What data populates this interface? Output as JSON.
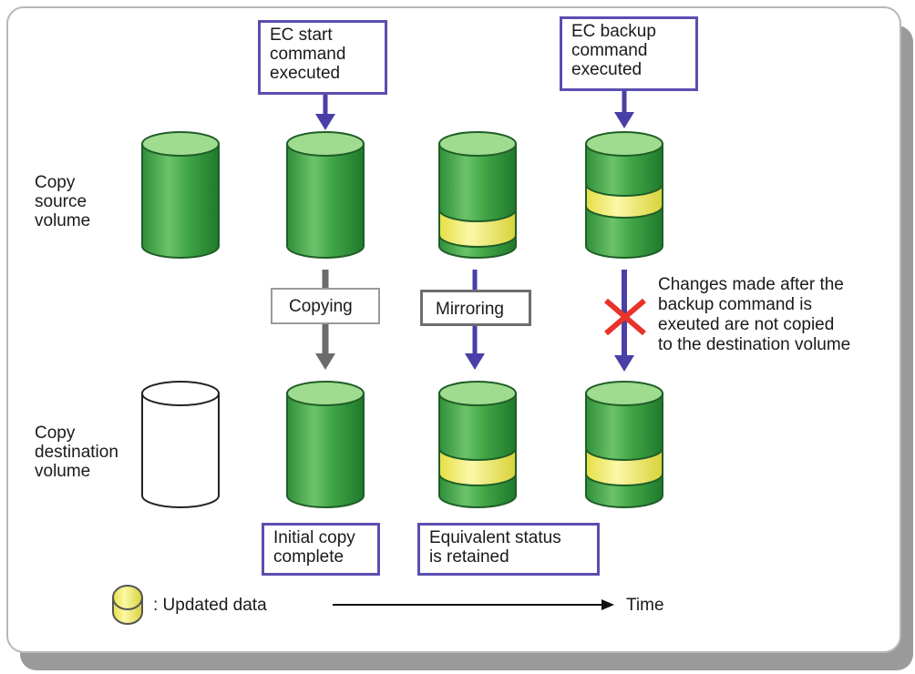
{
  "boxes": {
    "ec_start": "EC start\ncommand\nexecuted",
    "ec_backup": "EC backup\ncommand\nexecuted",
    "copying": "Copying",
    "mirroring": "Mirroring",
    "initial_copy": "Initial copy\ncomplete",
    "equivalent": "Equivalent status\nis retained"
  },
  "labels": {
    "source_volume": "Copy\nsource\nvolume",
    "destination_volume": "Copy\ndestination\nvolume",
    "changes_note": "Changes made after the\nbackup command is\nexeuted are not copied\nto the destination volume"
  },
  "legend": {
    "updated_data": ": Updated data",
    "time": "Time"
  },
  "colors": {
    "volume_green": "#3ea84a",
    "volume_light_green": "#9fdc8f",
    "updated_yellow": "#f4f07a",
    "command_purple": "#4a3fa6",
    "copy_grey": "#6b6b6b",
    "cancel_red": "#e8332a"
  }
}
